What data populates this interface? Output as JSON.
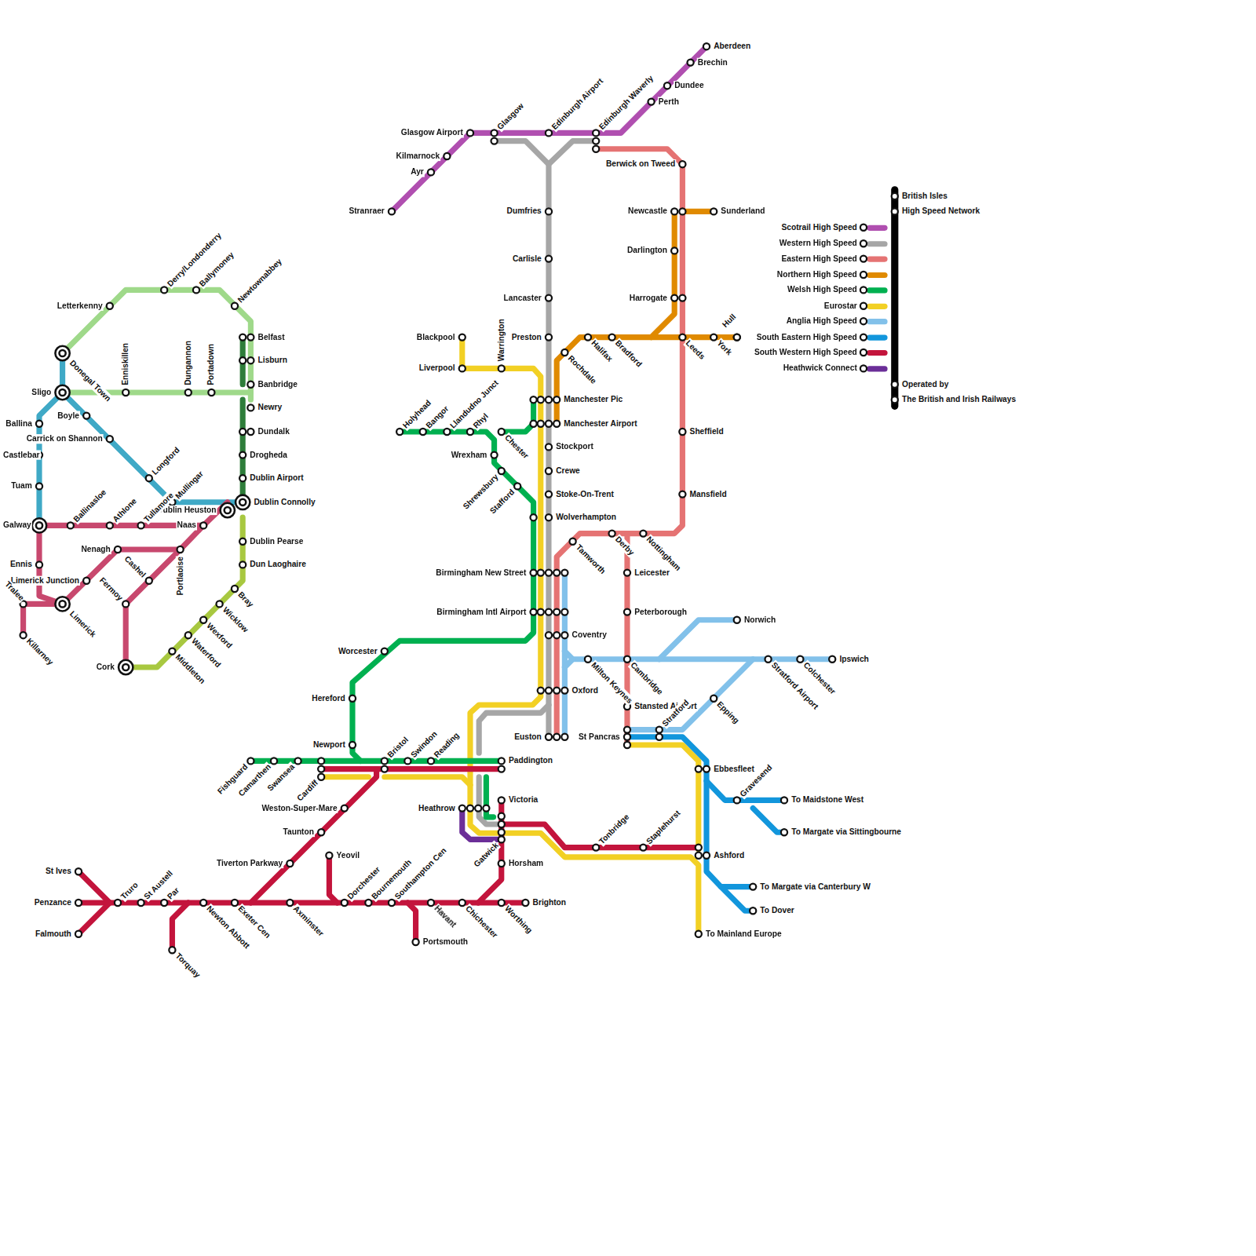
{
  "diagram": {
    "labels": [
      "Aberdeen",
      "Brechin",
      "Dundee",
      "Perth",
      "Edinburgh Waverly",
      "Edinburgh Airport",
      "Glasgow",
      "Glasgow Airport",
      "Kilmarnock",
      "Ayr",
      "Stranraer",
      "Berwick on Tweed",
      "Dumfries",
      "Newcastle",
      "Sunderland",
      "Darlington",
      "Carlisle",
      "Lancaster",
      "Harrogate",
      "Blackpool",
      "Preston",
      "Halifax",
      "Bradford",
      "Leeds",
      "York",
      "Hull",
      "Rochdale",
      "Liverpool",
      "Warrington",
      "Manchester Pic",
      "Manchester Airport",
      "Holyhead",
      "Bangor",
      "Llandudno Junct",
      "Rhyl",
      "Chester",
      "Sheffield",
      "Stockport",
      "Wrexham",
      "Shrewsbury",
      "Crewe",
      "Stafford",
      "Stoke-On-Trent",
      "Mansfield",
      "Wolverhampton",
      "Derby",
      "Nottingham",
      "Tamworth",
      "Birmingham New Street",
      "Leicester",
      "Birmingham Intl Airport",
      "Peterborough",
      "Norwich",
      "Coventry",
      "Worcester",
      "Milton Keynes",
      "Cambridge",
      "Stratford Airport",
      "Colchester",
      "Ipswich",
      "Oxford",
      "Hereford",
      "Epping",
      "Stansted Airport",
      "Stratford",
      "St Pancras",
      "Euston",
      "Newport",
      "Fishguard",
      "Camarthen",
      "Swansea",
      "Cardiff",
      "Bristol",
      "Swindon",
      "Reading",
      "Paddington",
      "Ebbesfleet",
      "Victoria",
      "Gravesend",
      "To Maidstone West",
      "Heathrow",
      "Weston-Super-Mare",
      "Taunton",
      "To Margate via Sittingbourne",
      "Gatwick",
      "Tonbridge",
      "Staplehurst",
      "Ashford",
      "Yeovil",
      "Tiverton Parkway",
      "Horsham",
      "St Ives",
      "To Margate via Canterbury W",
      "Penzance",
      "Truro",
      "St Austell",
      "Par",
      "Newton Abbott",
      "Exeter Cen",
      "Axminster",
      "Dorchester",
      "Bournemouth",
      "Southampton Cen",
      "Havant",
      "Chichester",
      "Worthing",
      "Brighton",
      "To Dover",
      "Falmouth",
      "To Mainland Europe",
      "Portsmouth",
      "Torquay",
      "Derry/Londonderry",
      "Ballymoney",
      "Letterkenny",
      "Newtownabbey",
      "Belfast",
      "Donegal Town",
      "Lisburn",
      "Banbridge",
      "Sligo",
      "Enniskillen",
      "Dungannon",
      "Portadown",
      "Newry",
      "Boyle",
      "Ballina",
      "Dundalk",
      "Carrick on Shannon",
      "Castlebar",
      "Drogheda",
      "Longford",
      "Dublin Airport",
      "Tuam",
      "Mullingar",
      "Dublin Connolly",
      "Dublin Heuston",
      "Galway",
      "Ballinasloe",
      "Athlone",
      "Tullamore",
      "Naas",
      "Dublin Pearse",
      "Nenagh",
      "Portlaoise",
      "Dun Laoghaire",
      "Ennis",
      "Limerick Junction",
      "Cashel",
      "Bray",
      "Tralee",
      "Fermoy",
      "Limerick",
      "Wicklow",
      "Wexford",
      "Killarney",
      "Waterford",
      "Middleton",
      "Cork",
      "British Isles",
      "High Speed Network",
      "Operated by",
      "The British and Irish Railways"
    ],
    "legend": [
      {
        "text": "Scotrail High Speed",
        "color": "#b04fb0"
      },
      {
        "text": "Western High Speed",
        "color": "#a6a6a6"
      },
      {
        "text": "Eastern High Speed",
        "color": "#e57373"
      },
      {
        "text": "Northern High Speed",
        "color": "#e08a00"
      },
      {
        "text": "Welsh High Speed",
        "color": "#00b050"
      },
      {
        "text": "Eurostar",
        "color": "#f2d024"
      },
      {
        "text": "Anglia High Speed",
        "color": "#82c1ea"
      },
      {
        "text": "South Eastern High Speed",
        "color": "#1296dc"
      },
      {
        "text": "South Western High Speed",
        "color": "#c3143c"
      },
      {
        "text": "Heathwick Connect",
        "color": "#6b2e98"
      }
    ]
  }
}
